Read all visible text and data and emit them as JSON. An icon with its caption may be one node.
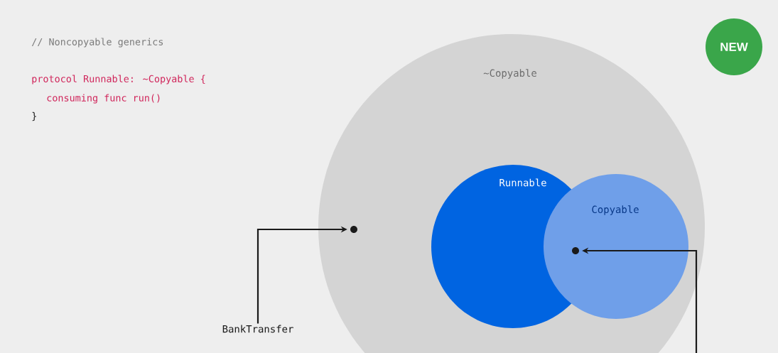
{
  "diagram": {
    "nodes": [
      {
        "text": [
          "~Copyable"
        ]
      },
      {
        "text": [
          "Runnable"
        ],
        "in": 0
      },
      {
        "text": [
          "Copyable"
        ],
        "in": 0
      },
      {
        "text": [],
        "shape": "circle",
        "in": 0
      },
      {
        "text": [],
        "shape": "circle"
      },
      {
        "text": [
          "BankTransfer"
        ]
      },
      {
        "text": [
          "NEW"
        ]
      }
    ],
    "edges": [
      {
        "from": 5,
        "to": 3,
        "arrow": "to"
      },
      {
        "from": null,
        "to": 4,
        "arrow": "to"
      }
    ],
    "labels": [
      "// Noncopyable generics",
      "protocol Runnable: ~Copyable {",
      "consuming func run()",
      "}"
    ]
  }
}
